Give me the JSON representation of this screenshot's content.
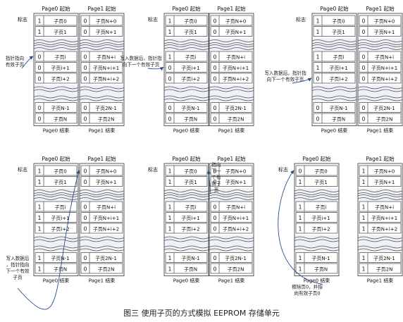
{
  "caption": "图三 使用子页的方式模拟 EEPROM 存储单元",
  "labels": {
    "page0_start": "Page0 起始",
    "page1_start": "Page1 起始",
    "page0_end": "Page0 结束",
    "page1_end": "Page1 结束",
    "flag": "标志"
  },
  "page0_rows": [
    "子页0",
    "子页1",
    "子页i",
    "子页i+1",
    "子页i+2",
    "子页N-1",
    "子页N"
  ],
  "page1_rows": [
    "子页N+0",
    "子页N+1",
    "子页N+i",
    "子页N+i+1",
    "子页N+i+2",
    "子页2N-1",
    "子页2N"
  ],
  "panels": [
    {
      "p0_flags": [
        "1",
        "1",
        "0",
        "0",
        "0",
        "0",
        "0"
      ],
      "p1_flags": [
        "0",
        "0",
        "0",
        "0",
        "0",
        "0",
        "0"
      ],
      "note": "指针指向有效子页",
      "note_target": "p0-2"
    },
    {
      "p0_flags": [
        "1",
        "1",
        "1",
        "0",
        "0",
        "0",
        "0"
      ],
      "p1_flags": [
        "0",
        "0",
        "0",
        "0",
        "0",
        "0",
        "0"
      ],
      "note": "写入数据后，指针指向下一个有效子页",
      "note_target": "p0-3"
    },
    {
      "p0_flags": [
        "1",
        "1",
        "1",
        "1",
        "0",
        "0",
        "0"
      ],
      "p1_flags": [
        "0",
        "0",
        "0",
        "0",
        "0",
        "0",
        "0"
      ],
      "note": "写入数据后，指针指向下一个有效子页",
      "note_target": "p0-4"
    },
    {
      "p0_flags": [
        "1",
        "1",
        "1",
        "1",
        "1",
        "1",
        "1"
      ],
      "p1_flags": [
        "0",
        "0",
        "0",
        "0",
        "0",
        "0",
        "0"
      ],
      "note": "写入数据后，指针指向下一个有效子页",
      "note_target": "p1-0"
    },
    {
      "p0_flags": [
        "1",
        "1",
        "1",
        "1",
        "1",
        "1",
        "1"
      ],
      "p1_flags": [
        "0",
        "0",
        "0",
        "0",
        "0",
        "0",
        "0"
      ],
      "note": "指向下一个有效子页",
      "note_target": "p1-0"
    },
    {
      "p0_flags": [
        "0",
        "1",
        "1",
        "1",
        "1",
        "1",
        "1"
      ],
      "p1_flags": [
        "1",
        "1",
        "1",
        "1",
        "1",
        "1",
        "1"
      ],
      "note": "擦除页0，并指向有效子页0",
      "note_target": "p0-0"
    }
  ]
}
